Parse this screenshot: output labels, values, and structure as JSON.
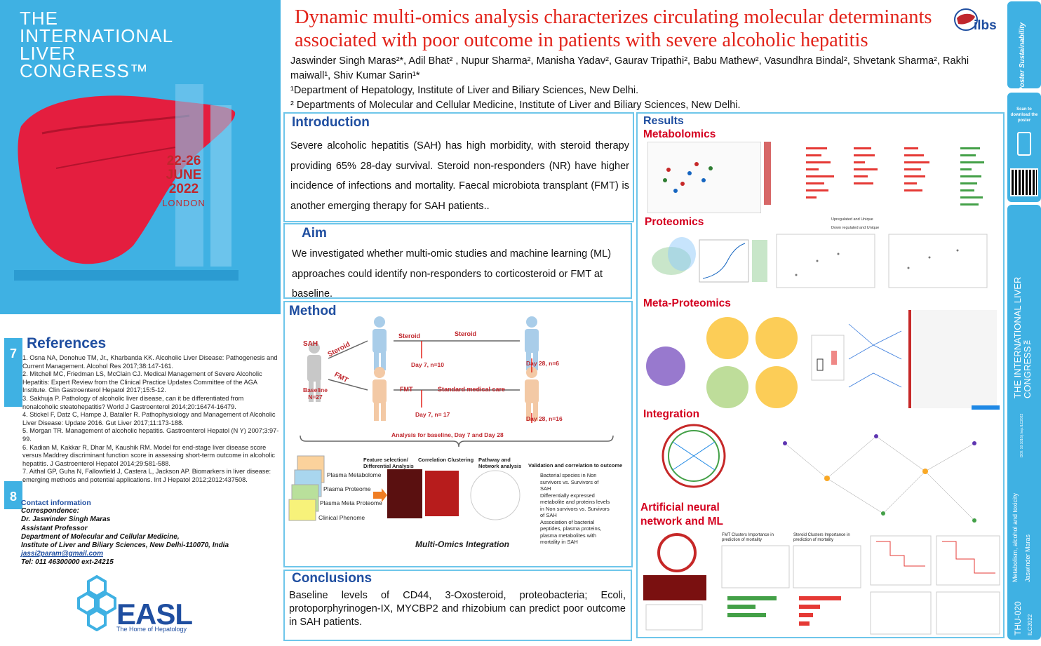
{
  "congress": {
    "line1": "THE",
    "line2": "INTERNATIONAL",
    "line3": "LIVER",
    "line4": "CONGRESS™",
    "dates": "22-26",
    "month": "JUNE",
    "year": "2022",
    "city": "LONDON"
  },
  "title": "Dynamic multi-omics analysis characterizes circulating molecular determinants associated with poor outcome in patients with severe alcoholic hepatitis",
  "logo_ilbs": "ilbs",
  "authors": "Jaswinder Singh Maras²*, Adil Bhat² , Nupur Sharma², Manisha Yadav², Gaurav Tripathi², Babu Mathew², Vasundhra Bindal², Shvetank Sharma², Rakhi maiwall¹,  Shiv Kumar Sarin¹*",
  "affil1": "¹Department of Hepatology, Institute of Liver and Biliary Sciences, New Delhi.",
  "affil2": "² Departments of Molecular and Cellular Medicine, Institute of Liver and Biliary Sciences, New Delhi.",
  "intro": {
    "heading": "Introduction",
    "text": "Severe alcoholic hepatitis (SAH) has high morbidity, with steroid therapy providing 65% 28-day survival. Steroid non-responders (NR) have higher incidence of infections and mortality. Faecal microbiota transplant (FMT) is another emerging therapy for SAH patients.."
  },
  "aim": {
    "heading": "Aim",
    "text": "We investigated whether multi-omic studies and machine learning (ML) approaches could identify non-responders to corticosteroid or FMT at baseline."
  },
  "method": {
    "heading": "Method",
    "sah": "SAH",
    "baseline": "Baseline",
    "n27": "N=27",
    "steroid": "Steroid",
    "fmt": "FMT",
    "day7_10": "Day 7, n=10",
    "day28_6": "Day 28, n=6",
    "smc": "Standard medical care",
    "day7_17": "Day 7, n= 17",
    "day28_16": "Day 28, n=16",
    "analysis": "Analysis for baseline,  Day 7 and Day 28",
    "layers": [
      "Plasma Metabolome",
      "Plasma Proteome",
      "Plasma Meta Proteome",
      "Clinical Phenome"
    ],
    "fs": "Feature selection/ Differential Analysis",
    "cc": "Correlation Clustering",
    "pn": "Pathway and Network analysis",
    "val": "Validation and correlation to outcome",
    "checks": [
      "Bacterial species in Non survivors vs. Survivors of SAH",
      "Differentially expressed metabolite and proteins levels in Non survivors vs. Survivors of SAH",
      "Association of bacterial peptides, plasma proteins, plasma metabolites with mortality in SAH"
    ],
    "moi": "Multi-Omics Integration"
  },
  "conclusions": {
    "heading": "Conclusions",
    "text": "Baseline levels of CD44, 3-Oxosteroid, proteobacteria; Ecoli, protoporphyrinogen-IX, MYCBP2 and rhizobium can predict poor outcome in SAH patients."
  },
  "results": {
    "heading": "Results",
    "metabolomics": "Metabolomics",
    "proteomics": "Proteomics",
    "metaproteomics": "Meta-Proteomics",
    "integration": "Integration",
    "ann1": "Artificial neural",
    "ann2": "network and ML",
    "upunique": "Upregulated and Unique",
    "downunique": "Down regulated and Unique",
    "fmtclust": "FMT Clusters Importance in prediction  of mortality",
    "sterclust": "Steroid Clusters Importance in prediction  of mortality"
  },
  "references": {
    "num": "7",
    "heading": "References",
    "items": [
      "1.  Osna NA, Donohue TM, Jr., Kharbanda KK. Alcoholic Liver Disease: Pathogenesis and Current Management. Alcohol Res 2017;38:147-161.",
      "2.  Mitchell MC, Friedman LS, McClain CJ. Medical Management of Severe Alcoholic Hepatitis: Expert Review from the Clinical Practice Updates Committee of the AGA Institute. Clin Gastroenterol Hepatol 2017;15:5-12.",
      "3.  Sakhuja P. Pathology of alcoholic liver disease, can it be differentiated from nonalcoholic steatohepatitis? World J Gastroenterol 2014;20:16474-16479.",
      "4.  Stickel F, Datz C, Hampe J, Bataller R. Pathophysiology and Management of Alcoholic Liver Disease: Update 2016. Gut Liver 2017;11:173-188.",
      "5.  Morgan TR. Management of alcoholic hepatitis. Gastroenterol Hepatol (N Y) 2007;3:97-99.",
      "6.  Kadian M, Kakkar R, Dhar M, Kaushik RM. Model for end-stage liver disease score versus Maddrey discriminant function score in assessing short-term outcome in alcoholic hepatitis. J Gastroenterol Hepatol 2014;29:581-588.",
      "7.  Aithal GP, Guha N, Fallowfield J, Castera L, Jackson AP. Biomarkers in liver disease: emerging methods and potential applications. Int J Hepatol 2012;2012:437508."
    ]
  },
  "contact": {
    "num": "8",
    "heading": "Contact information",
    "lines": [
      "Correspondence:",
      "Dr. Jaswinder Singh Maras",
      "Assistant Professor",
      "Department of Molecular and Cellular Medicine,",
      "Institute of Liver and Biliary Sciences, New Delhi-110070, India"
    ],
    "email": "jassi2param@gmail.com",
    "tel": "Tel: 011 46300000 ext-24215"
  },
  "easl": {
    "name": "EASL",
    "tag": "The Home of Hepatology"
  },
  "sidebar": {
    "brand": "Poster Sustainability",
    "scan": "Scan to download the poster",
    "congress": "THE INTERNATIONAL LIVER CONGRESS™",
    "doi": "DOI: 10.1016/j.hep.ILC2022",
    "topic": "Metabolism, alcohol and toxicity",
    "author": "Jaswinder Maras",
    "code": "THU-020",
    "ilc": "ILC2022"
  }
}
